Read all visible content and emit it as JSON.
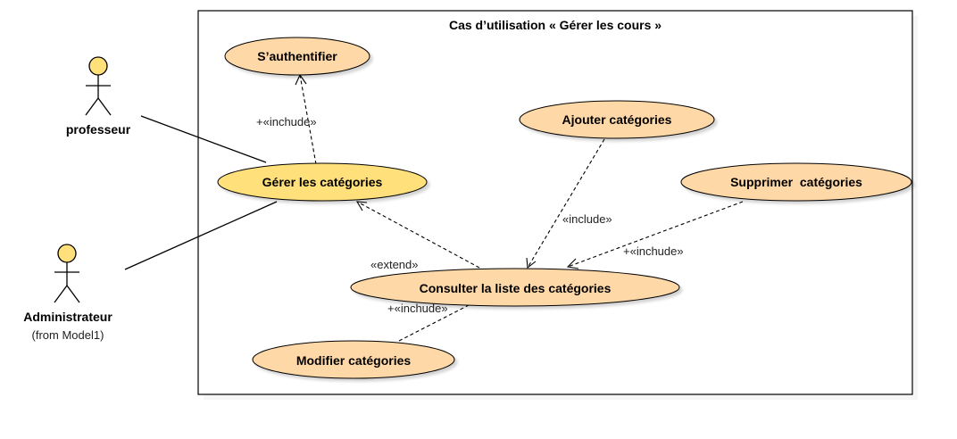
{
  "system": {
    "title": "Cas d’utilisation « Gérer les cours »"
  },
  "actors": {
    "professeur": {
      "name": "professeur"
    },
    "administrateur": {
      "name": "Administrateur",
      "note": "(from Model1)"
    }
  },
  "use_cases": {
    "authentifier": "S’authentifier",
    "gerer_categories": "Gérer les catégories",
    "ajouter_categories": "Ajouter catégories",
    "supprimer_categories": "Supprimer  catégories",
    "consulter_liste": "Consulter la liste des catégories",
    "modifier_categories": "Modifier catégories"
  },
  "relationships": {
    "gerer_includes_authentifier": "+«inchude»",
    "ajouter_includes_consulter": "«include»",
    "supprimer_includes_consulter": "+«inchude»",
    "consulter_extends_gerer": "«extend»",
    "modifier_includes_consulter": "+«inchude»"
  },
  "colors": {
    "use_case_fill": "#ffd8a8",
    "primary_use_case_fill": "#ffe07a",
    "actor_fill": "#ffe07a",
    "stroke": "#000000"
  }
}
